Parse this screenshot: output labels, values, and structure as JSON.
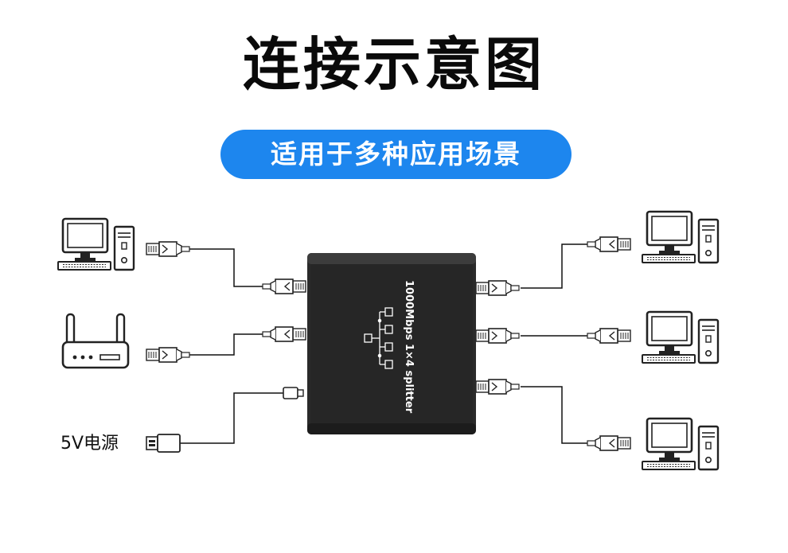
{
  "title": "连接示意图",
  "subtitle": "适用于多种应用场景",
  "power_label": "5V电源",
  "device_label": "1000Mbps 1×4 splitter",
  "colors": {
    "accent": "#1d86ee",
    "title": "#0a0a0a",
    "device_body": "#2a2a2a",
    "line": "#111111"
  },
  "icons": {
    "left_top": "desktop-computer-icon",
    "left_middle": "router-icon",
    "right_devices": "desktop-computer-icon",
    "connectors": "rj45-plug-icon",
    "power": "usb-plug-icon"
  }
}
